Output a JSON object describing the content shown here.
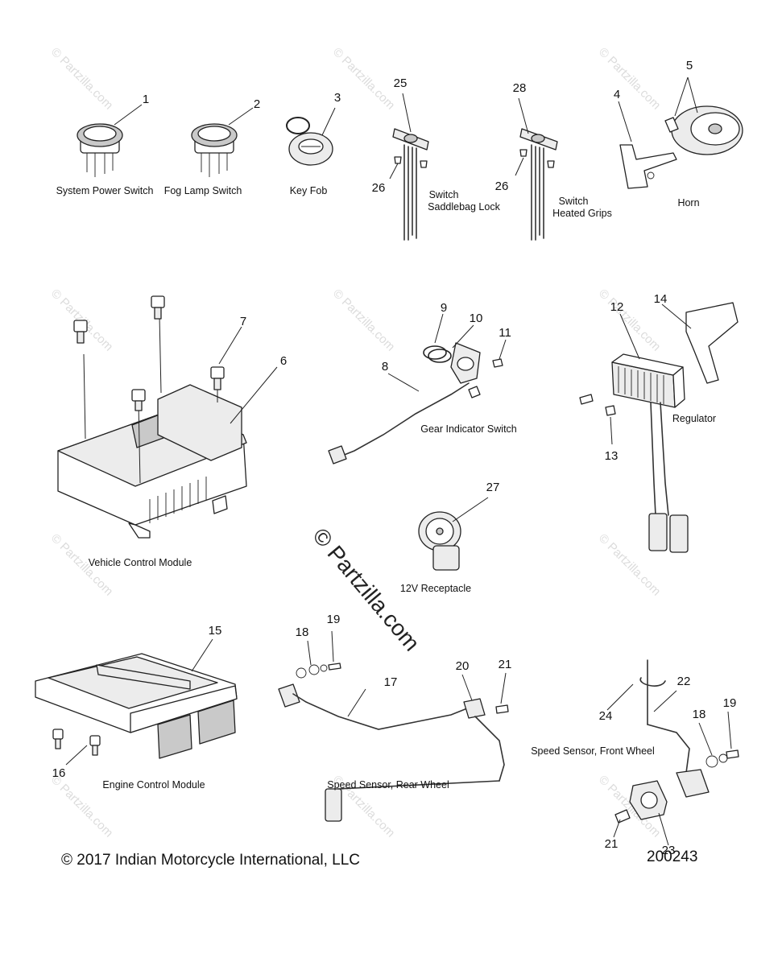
{
  "parts": [
    {
      "callout": "1",
      "label": "System Power Switch"
    },
    {
      "callout": "2",
      "label": "Fog Lamp Switch"
    },
    {
      "callout": "3",
      "label": "Key Fob"
    },
    {
      "callouts": [
        "25",
        "26"
      ],
      "label_line1": "Switch",
      "label_line2": "Saddlebag Lock"
    },
    {
      "callouts": [
        "28",
        "26"
      ],
      "label_line1": "Switch",
      "label_line2": "Heated Grips"
    },
    {
      "callouts": [
        "4",
        "5"
      ],
      "label": "Horn"
    },
    {
      "callouts": [
        "6",
        "7"
      ],
      "label": "Vehicle Control Module"
    },
    {
      "callouts": [
        "8",
        "9",
        "10",
        "11"
      ],
      "label": "Gear Indicator Switch"
    },
    {
      "callouts": [
        "12",
        "13",
        "14"
      ],
      "label": "Regulator"
    },
    {
      "callout": "27",
      "label": "12V Receptacle"
    },
    {
      "callouts": [
        "15",
        "16"
      ],
      "label": "Engine Control Module"
    },
    {
      "callouts": [
        "17",
        "18",
        "19",
        "20",
        "21"
      ],
      "label": "Speed Sensor, Rear Wheel"
    },
    {
      "callouts": [
        "18",
        "19",
        "21",
        "22",
        "23",
        "24"
      ],
      "label": "Speed Sensor, Front Wheel"
    }
  ],
  "watermark": {
    "center": "© Partzilla.com",
    "repeat": "© Partzilla.com"
  },
  "footer": {
    "copyright": "© 2017 Indian Motorcycle International, LLC",
    "diagram_number": "200243"
  }
}
